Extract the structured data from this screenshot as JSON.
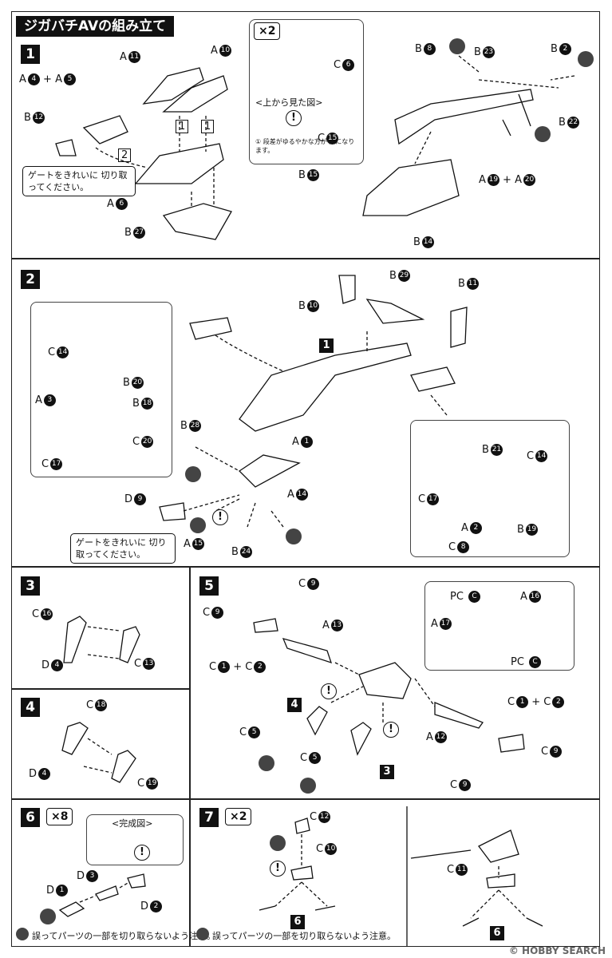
{
  "title": "ジガバチAVの組み立て",
  "gate_note": "ゲートをきれいに 切り取ってください。",
  "top_view_label": "<上から見た図>",
  "top_view_note": "① 段差がゆるやかな方が 上になります。",
  "complete_label": "<完成図>",
  "caution_note": "誤ってパーツの一部を切り取らないよう注意。",
  "watermark": "© HOBBY SEARCH",
  "steps": {
    "s1": {
      "num": "1"
    },
    "s2": {
      "num": "2"
    },
    "s3": {
      "num": "3"
    },
    "s4": {
      "num": "4"
    },
    "s5": {
      "num": "5"
    },
    "s6": {
      "num": "6",
      "mult": "×8"
    },
    "s7": {
      "num": "7",
      "mult": "×2"
    }
  },
  "step1_inset_mult": "×2",
  "plus": "+",
  "pc": "PC",
  "ref": {
    "one": "1",
    "two": "2",
    "three": "3",
    "four": "4",
    "six": "6"
  },
  "parts": {
    "A": "A",
    "B": "B",
    "C": "C",
    "D": "D",
    "n1": "1",
    "n2": "2",
    "n3": "3",
    "n4": "4",
    "n5": "5",
    "n6": "6",
    "n8": "8",
    "n9": "9",
    "n10": "10",
    "n11": "11",
    "n12": "12",
    "n13": "13",
    "n14": "14",
    "n15": "15",
    "n16": "16",
    "n17": "17",
    "n18": "18",
    "n19": "19",
    "n20": "20",
    "n21": "21",
    "n22": "22",
    "n23": "23",
    "n24": "24",
    "n27": "27",
    "n28": "28",
    "n29": "29",
    "nC": "C"
  },
  "colors": {
    "ink": "#111111",
    "panel_border": "#222222",
    "bubble": "#444444"
  }
}
